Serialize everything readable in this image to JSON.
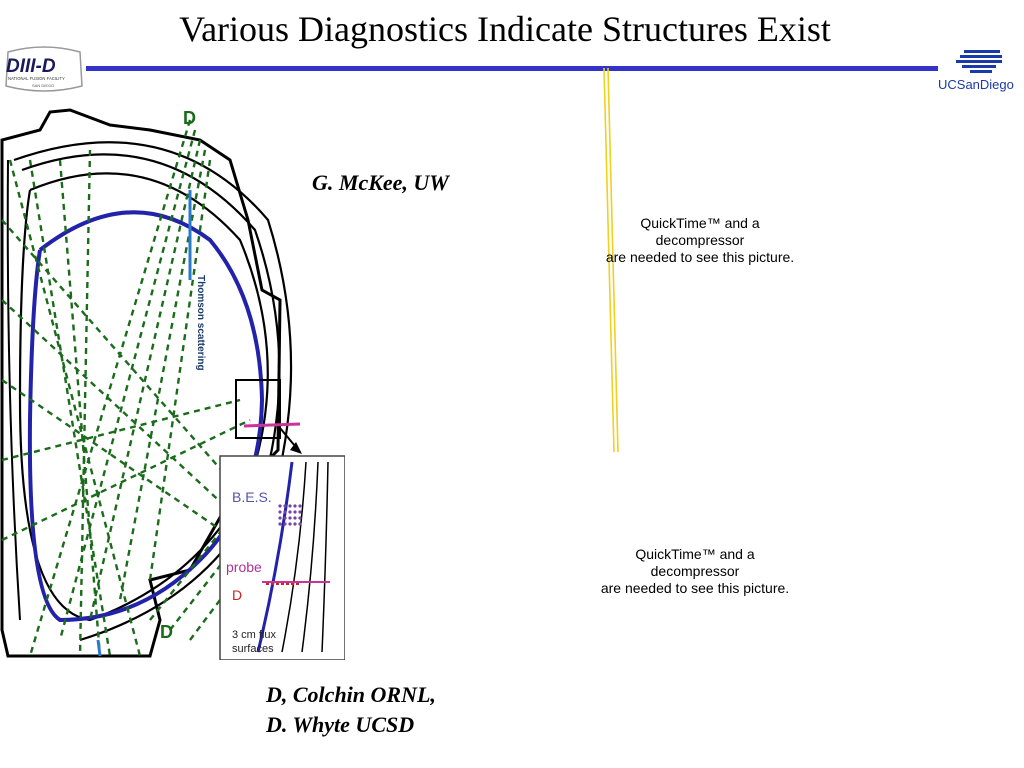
{
  "slide": {
    "title": "Various Diagnostics Indicate Structures Exist"
  },
  "logos": {
    "left": {
      "text": "DIII-D",
      "subtext": "NATIONAL FUSION FACILITY",
      "tag": "SAN DIEGO"
    },
    "right": {
      "text": "UCSanDiego"
    }
  },
  "credits": {
    "mckee": "G. McKee, UW",
    "colchin_line1": "D, Colchin ORNL,",
    "colchin_line2": "D. Whyte UCSD"
  },
  "quicktime": {
    "line1": "QuickTime™ and a",
    "line2": "decompressor",
    "line3": "are needed to see this picture."
  },
  "figure": {
    "label_d_top": "D",
    "label_thomson": "Thomson scattering",
    "label_d_bottom": "D",
    "inset": {
      "bes": "B.E.S.",
      "probe": "probe",
      "d": "D",
      "flux_line1": "3 cm flux",
      "flux_line2": "surfaces"
    }
  },
  "colors": {
    "rule": "#3333cc",
    "separatrix": "#2222aa",
    "chords": "#1a6b1a",
    "probe": "#cc3399",
    "d_label": "#cc2222",
    "bes_label": "#5555aa",
    "divider": "#f0d020"
  }
}
